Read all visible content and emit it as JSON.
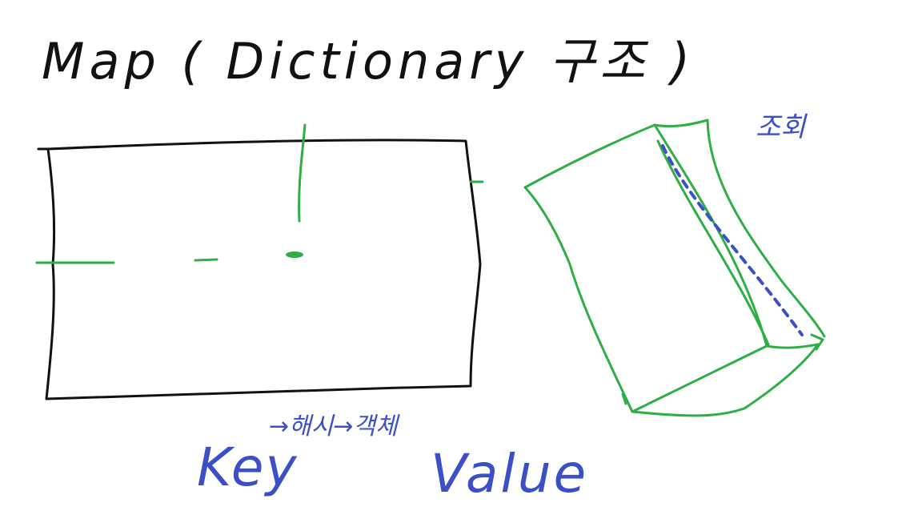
{
  "title": "Map ( Dictionary 구조 )",
  "labels": {
    "key": "Key",
    "value": "Value",
    "hash_note": "→해시→객체",
    "side_note": "조회"
  },
  "colors": {
    "black_ink": "#111111",
    "green_ink": "#2fae46",
    "blue_ink": "#3b4fc7",
    "background": "#ffffff"
  }
}
